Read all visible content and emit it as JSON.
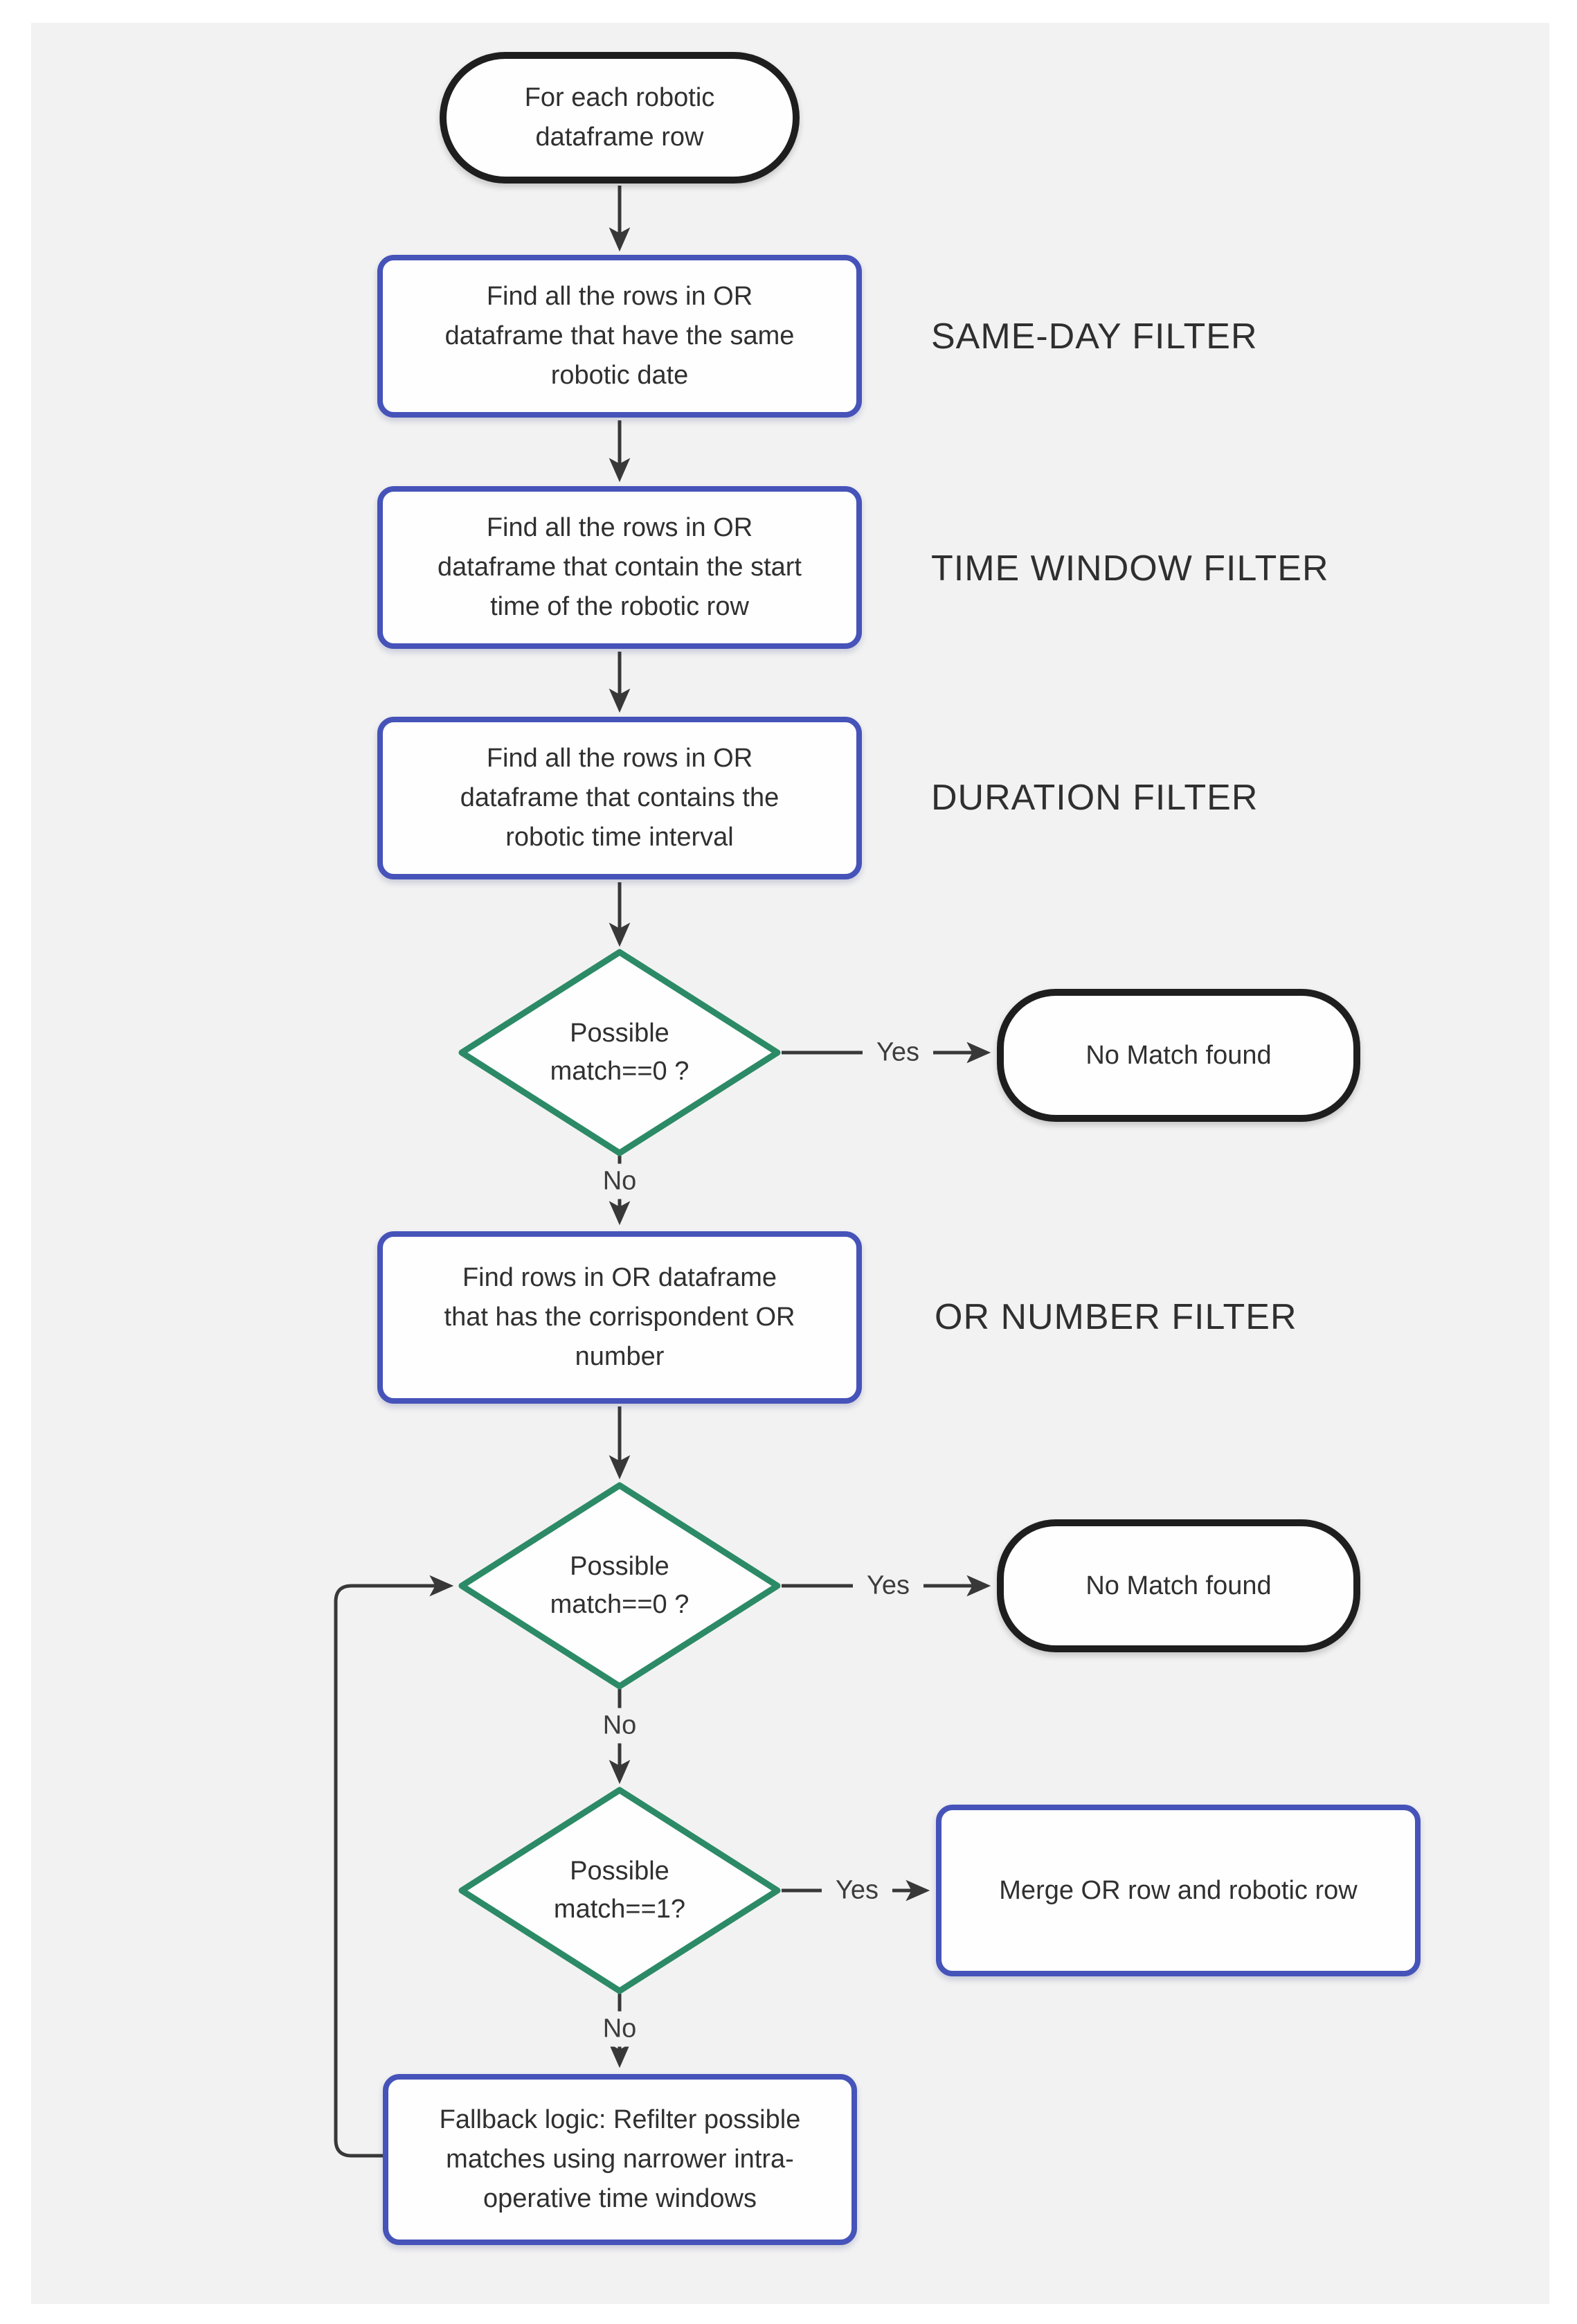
{
  "nodes": {
    "start": {
      "text": "For each robotic dataframe row"
    },
    "same_day": {
      "text": "Find all the rows in OR dataframe that have the same robotic date",
      "annotation": "SAME-DAY FILTER"
    },
    "time_window": {
      "text": "Find all the rows in OR dataframe that contain the start time of the robotic row",
      "annotation": "TIME WINDOW FILTER"
    },
    "duration": {
      "text": "Find all the rows in OR dataframe that contains the robotic time interval",
      "annotation": "DURATION FILTER"
    },
    "decision_match0_first": {
      "text": "Possible match==0 ?"
    },
    "no_match_first": {
      "text": "No Match found"
    },
    "or_number": {
      "text": "Find rows in OR dataframe that has the corrispondent OR number",
      "annotation": "OR NUMBER FILTER"
    },
    "decision_match0_second": {
      "text": "Possible match==0 ?"
    },
    "no_match_second": {
      "text": "No Match found"
    },
    "decision_match1": {
      "text": "Possible match==1?"
    },
    "merge": {
      "text": "Merge OR row and robotic row"
    },
    "fallback": {
      "text": "Fallback logic: Refilter possible matches using narrower intra-operative time windows"
    }
  },
  "edge_labels": {
    "decision1_yes": "Yes",
    "decision1_no": "No",
    "decision2_yes": "Yes",
    "decision2_no": "No",
    "decision3_yes": "Yes",
    "decision3_no": "No"
  },
  "colors": {
    "canvas_background": "#f2f2f2",
    "process_border": "#4653b9",
    "decision_border": "#2c8a67",
    "terminator_border": "#1e1e1e",
    "connector": "#383838",
    "text": "#303030"
  }
}
